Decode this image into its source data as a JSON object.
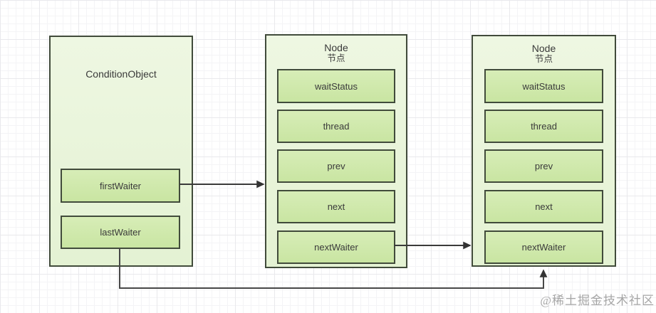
{
  "diagram": {
    "condition_object": {
      "title": "ConditionObject",
      "fields": [
        "firstWaiter",
        "lastWaiter"
      ]
    },
    "nodes": [
      {
        "title": "Node",
        "subtitle": "节点",
        "fields": [
          "waitStatus",
          "thread",
          "prev",
          "next",
          "nextWaiter"
        ]
      },
      {
        "title": "Node",
        "subtitle": "节点",
        "fields": [
          "waitStatus",
          "thread",
          "prev",
          "next",
          "nextWaiter"
        ]
      }
    ],
    "connections": [
      {
        "from": "firstWaiter",
        "to": "node-1"
      },
      {
        "from": "node-1 nextWaiter",
        "to": "node-2"
      },
      {
        "from": "lastWaiter",
        "to": "node-2"
      }
    ]
  },
  "watermark": "@稀土掘金技术社区",
  "colors": {
    "outer_fill": "#e8f4d9",
    "inner_fill": "#cfe9ab",
    "border": "#414b3b",
    "arrow": "#3a3a3a",
    "text": "#3a3a3a",
    "watermark": "#a6a6a6"
  }
}
